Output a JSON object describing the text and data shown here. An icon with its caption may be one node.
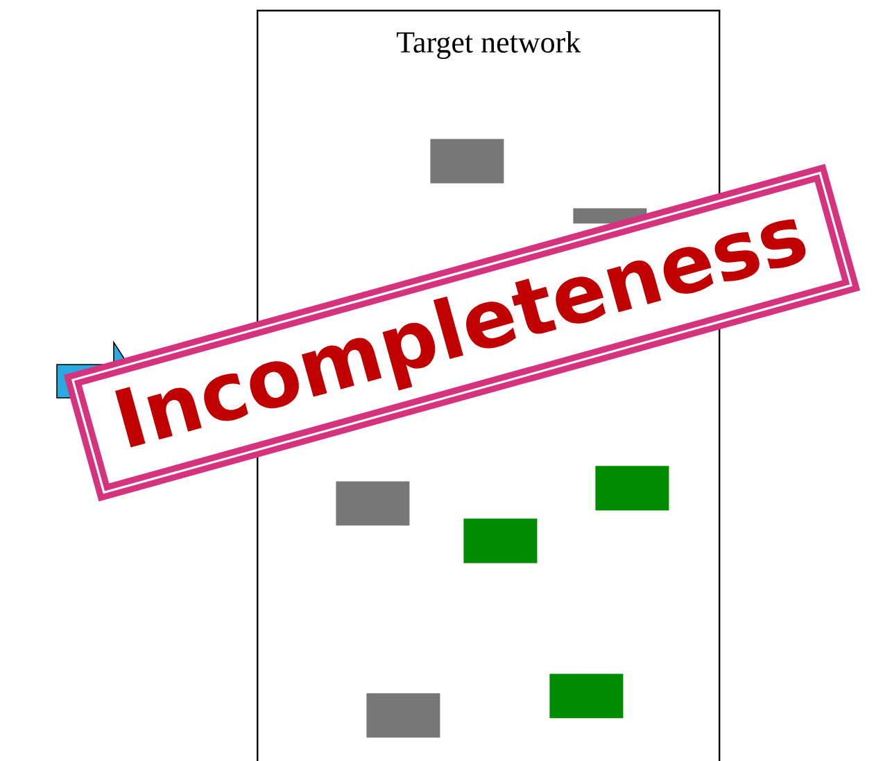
{
  "diagram": {
    "nodes": [
      {
        "text": [
          "Target network"
        ]
      },
      {
        "text": [],
        "shape": "box",
        "in": 0
      },
      {
        "text": [],
        "shape": "box",
        "in": 0
      },
      {
        "text": [],
        "shape": "box",
        "in": 0
      },
      {
        "text": [],
        "shape": "box",
        "in": 0
      },
      {
        "text": [],
        "shape": "box",
        "in": 0
      },
      {
        "text": [],
        "shape": "box",
        "in": 0
      },
      {
        "text": [],
        "shape": "box",
        "in": 0
      }
    ],
    "edges": [],
    "labels": [
      "Incompleteness"
    ]
  }
}
